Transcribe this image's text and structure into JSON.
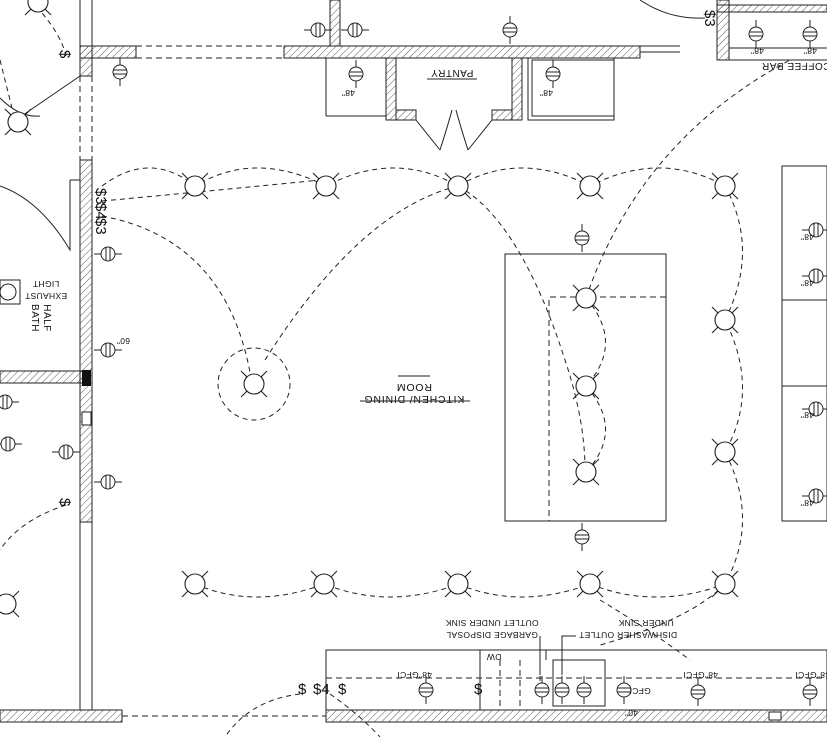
{
  "labels": {
    "pantry": "PANTRY",
    "coffee_bar": "COFFEE BAR",
    "room_line1": "KITCHEN/ DINING",
    "room_line2": "ROOM",
    "half_bath_line1": "HALF",
    "half_bath_line2": "BATH",
    "exhaust_line1": "EXHAUST",
    "exhaust_line2": "LIGHT",
    "dishwasher_line1": "DISHWASHER OUTLET",
    "dishwasher_line2": "UNDER SINK",
    "garbage_line1": "GARBAGE DISPOSAL",
    "garbage_line2": "OUTLET UNDER SINK",
    "dw": "DW",
    "gfci": "GFCI",
    "h48": "48\"",
    "h48_gfci": "48\"GFCI",
    "h60": "60\"",
    "h40": "40\""
  },
  "switches": {
    "s": "$",
    "s3": "$3",
    "s4": "$4"
  }
}
